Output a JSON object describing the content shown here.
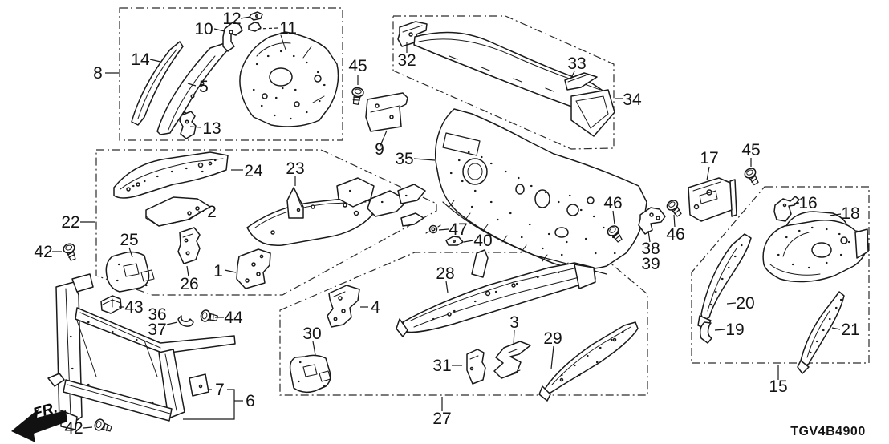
{
  "diagram": {
    "part_code": "TGV4B4900",
    "direction_indicator": "FR.",
    "callouts": [
      {
        "text": "8"
      },
      {
        "text": "14"
      },
      {
        "text": "5"
      },
      {
        "text": "10"
      },
      {
        "text": "12"
      },
      {
        "text": "11"
      },
      {
        "text": "13"
      },
      {
        "text": "45"
      },
      {
        "text": "9"
      },
      {
        "text": "32"
      },
      {
        "text": "33"
      },
      {
        "text": "34"
      },
      {
        "text": "35"
      },
      {
        "text": "22"
      },
      {
        "text": "24"
      },
      {
        "text": "23"
      },
      {
        "text": "2"
      },
      {
        "text": "25"
      },
      {
        "text": "26"
      },
      {
        "text": "1"
      },
      {
        "text": "42"
      },
      {
        "text": "43"
      },
      {
        "text": "36"
      },
      {
        "text": "37"
      },
      {
        "text": "44"
      },
      {
        "text": "7"
      },
      {
        "text": "6"
      },
      {
        "text": "42"
      },
      {
        "text": "4"
      },
      {
        "text": "30"
      },
      {
        "text": "28"
      },
      {
        "text": "31"
      },
      {
        "text": "3"
      },
      {
        "text": "29"
      },
      {
        "text": "27"
      },
      {
        "text": "47"
      },
      {
        "text": "40"
      },
      {
        "text": "46"
      },
      {
        "text": "38"
      },
      {
        "text": "39"
      },
      {
        "text": "46"
      },
      {
        "text": "17"
      },
      {
        "text": "45"
      },
      {
        "text": "16"
      },
      {
        "text": "18"
      },
      {
        "text": "20"
      },
      {
        "text": "19"
      },
      {
        "text": "21"
      },
      {
        "text": "15"
      }
    ]
  }
}
